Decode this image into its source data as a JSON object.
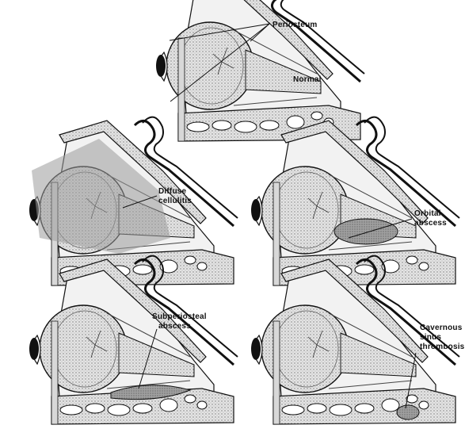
{
  "panels": [
    {
      "id": "normal",
      "labels": [
        "Periosteum",
        "Normal"
      ]
    },
    {
      "id": "diffuse-cellulitis",
      "labels": [
        "Diffuse",
        "cellulitis"
      ]
    },
    {
      "id": "orbital-abscess",
      "labels": [
        "Orbital",
        "abscess"
      ]
    },
    {
      "id": "subperiosteal-abscess",
      "labels": [
        "Subperiosteal",
        "abscess"
      ]
    },
    {
      "id": "cavernous-sinus-thrombosis",
      "labels": [
        "Cavernous",
        "sinus",
        "thrombosis"
      ]
    }
  ],
  "colors": {
    "ink": "#111111",
    "bone": "#cfcfcf",
    "cellulitis_shade": "#9a9a9a",
    "abscess_shade": "#8a8a8a"
  }
}
